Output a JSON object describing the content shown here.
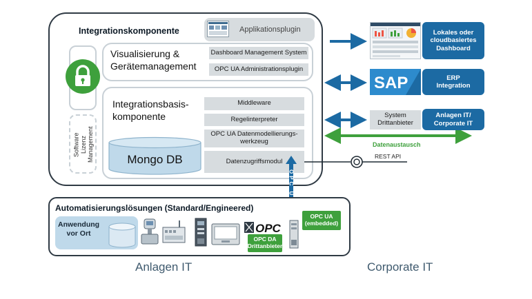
{
  "integration": {
    "title": "Integrationskomponente",
    "app_plugin": "Applikationsplugin",
    "visual_title": "Visualisierung &\nGerätemanagement",
    "dashboard_mgmt": "Dashboard Management System",
    "opc_admin": "OPC UA Administrationsplugin",
    "basis_title": "Integrationsbasis-\nkomponente",
    "middleware": "Middleware",
    "regel": "Regelinterpreter",
    "opc_model": "OPC UA Datenmodellierungs-\nwerkzeug",
    "datenzugriff": "Datenzugriffsmodul",
    "mongo": "Mongo DB",
    "license": "Software\nLizenz\nManagement",
    "lock_icon": "lock-icon"
  },
  "right": {
    "dashboard": "Lokales oder\ncloudbasiertes\nDashboard",
    "sap_logo": "SAP",
    "erp": "ERP\nIntegration",
    "system_dritt": "System\nDrittanbieter",
    "anlagen_corp": "Anlagen IT/\nCorporate IT",
    "datenaustausch": "Datenaustausch",
    "rest_api": "REST API"
  },
  "opc_connector": "OPC UA",
  "automation": {
    "title": "Automatisierungslösungen (Standard/Engineered)",
    "anwendung": "Anwendung\nvor Ort",
    "opc_logo": "OPC",
    "opc_da": "OPC DA\nDrittanbieter",
    "opc_ua_embedded": "OPC UA\n(embedded)"
  },
  "footer": {
    "left": "Anlagen IT",
    "right": "Corporate IT"
  },
  "colors": {
    "blue": "#1c6aa3",
    "green": "#3ea03c",
    "gray": "#d7dcdf",
    "dark": "#2f3a44",
    "db": "#bfd9ea"
  }
}
